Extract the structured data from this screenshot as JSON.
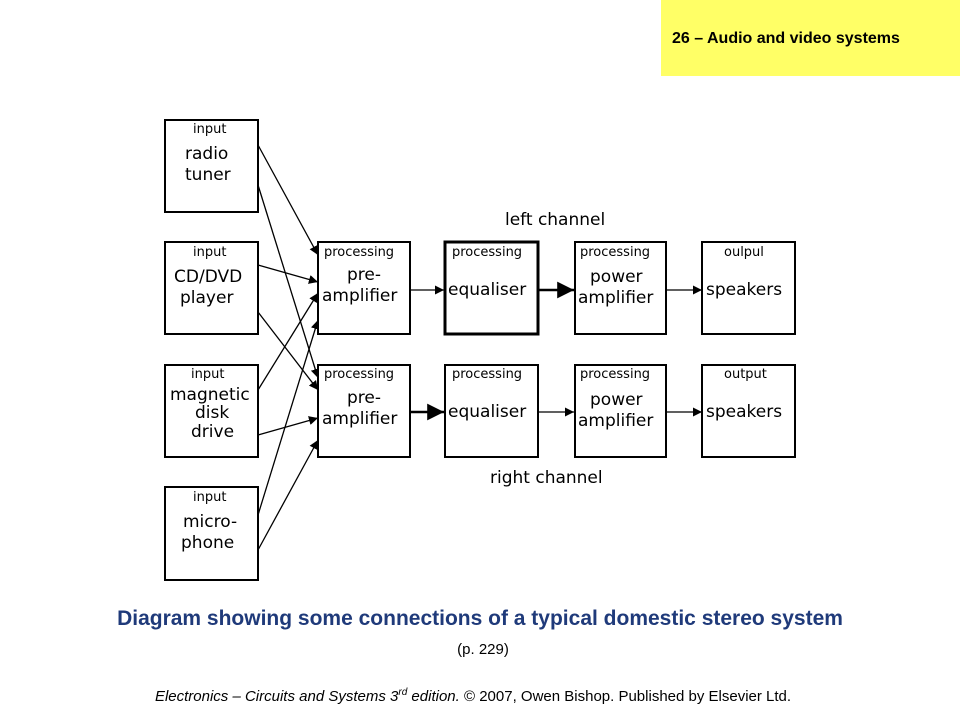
{
  "header": {
    "chapter_title": "26 – Audio and video systems"
  },
  "diagram": {
    "channel_labels": {
      "left": "left channel",
      "right": "right channel"
    },
    "inputs": [
      {
        "category": "input",
        "lines": [
          "radio",
          "tuner"
        ]
      },
      {
        "category": "input",
        "lines": [
          "CD/DVD",
          "player"
        ]
      },
      {
        "category": "input",
        "lines": [
          "magnetic",
          "disk",
          "drive"
        ]
      },
      {
        "category": "input",
        "lines": [
          "micro-",
          "phone"
        ]
      }
    ],
    "left_chain": [
      {
        "category": "processing",
        "lines": [
          "pre-",
          "amplifier"
        ]
      },
      {
        "category": "processing",
        "lines": [
          "equaliser"
        ]
      },
      {
        "category": "processing",
        "lines": [
          "power",
          "amplifier"
        ]
      },
      {
        "category": "oulpul",
        "lines": [
          "speakers"
        ]
      }
    ],
    "right_chain": [
      {
        "category": "processing",
        "lines": [
          "pre-",
          "amplifier"
        ]
      },
      {
        "category": "processing",
        "lines": [
          "equaliser"
        ]
      },
      {
        "category": "processing",
        "lines": [
          "power",
          "amplifier"
        ]
      },
      {
        "category": "output",
        "lines": [
          "speakers"
        ]
      }
    ]
  },
  "caption": "Diagram showing some connections of a typical domestic stereo system",
  "page_ref": "(p. 229)",
  "footer": {
    "book_title_pre": "Electronics – Circuits and Systems 3",
    "edition_sup": "rd",
    "book_title_post": " edition. ",
    "copyright": "© 2007, Owen Bishop. Published by Elsevier Ltd."
  }
}
